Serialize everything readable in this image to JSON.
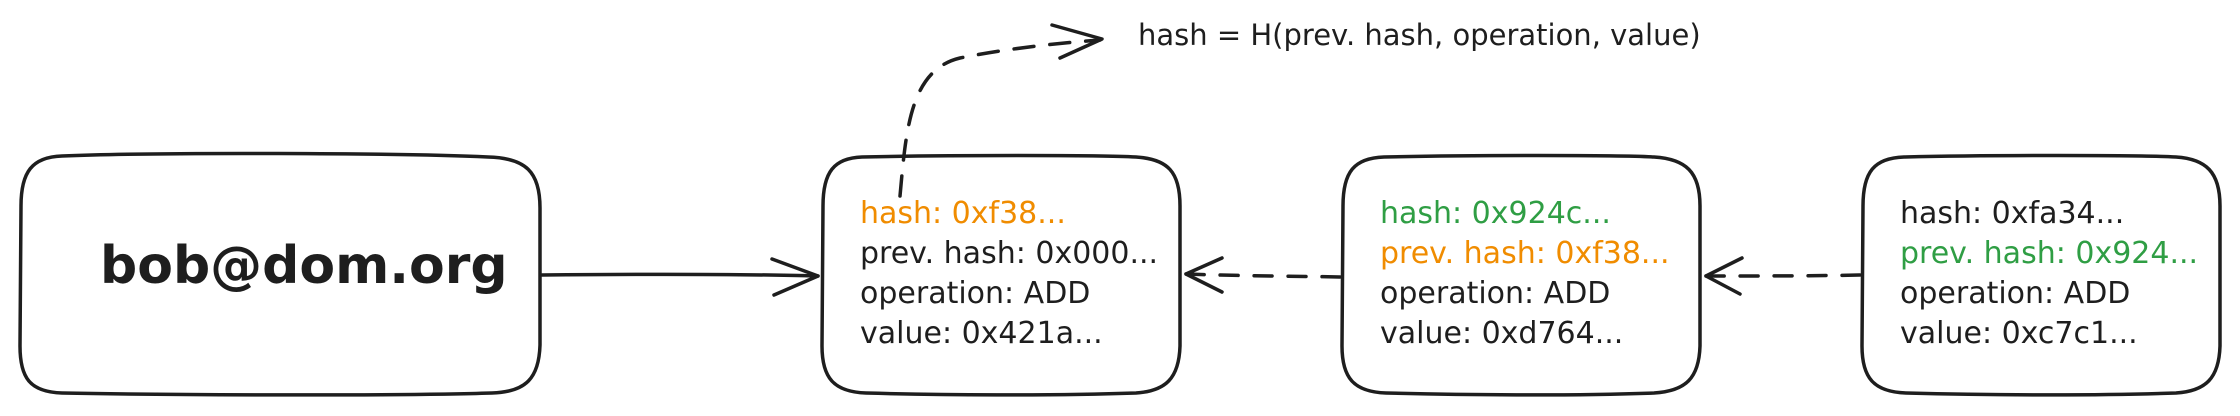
{
  "email_node": {
    "label": "bob@dom.org"
  },
  "formula": {
    "text": "hash = H(prev. hash, operation, value)"
  },
  "blocks": [
    {
      "lines": [
        {
          "text": "hash: 0xf38...",
          "color": "#f08c00"
        },
        {
          "text": "prev. hash: 0x000...",
          "color": "#1e1e1e"
        },
        {
          "text": "operation: ADD",
          "color": "#1e1e1e"
        },
        {
          "text": "value: 0x421a...",
          "color": "#1e1e1e"
        }
      ]
    },
    {
      "lines": [
        {
          "text": "hash: 0x924c...",
          "color": "#2f9e44"
        },
        {
          "text": "prev. hash: 0xf38...",
          "color": "#f08c00"
        },
        {
          "text": "operation: ADD",
          "color": "#1e1e1e"
        },
        {
          "text": "value: 0xd764...",
          "color": "#1e1e1e"
        }
      ]
    },
    {
      "lines": [
        {
          "text": "hash: 0xfa34...",
          "color": "#1e1e1e"
        },
        {
          "text": "prev. hash: 0x924...",
          "color": "#2f9e44"
        },
        {
          "text": "operation: ADD",
          "color": "#1e1e1e"
        },
        {
          "text": "value: 0xc7c1...",
          "color": "#1e1e1e"
        }
      ]
    }
  ],
  "colors": {
    "stroke": "#1e1e1e",
    "highlight_orange": "#f08c00",
    "highlight_green": "#2f9e44"
  }
}
